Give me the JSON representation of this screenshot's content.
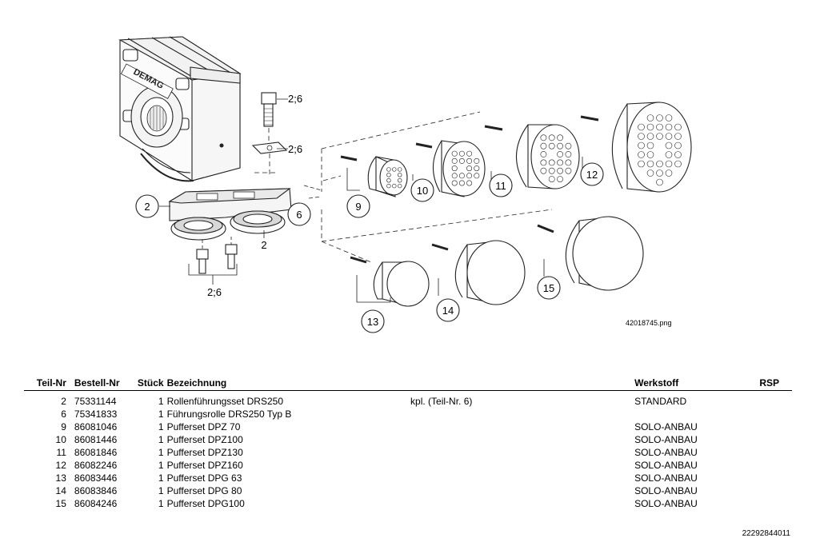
{
  "drawing": {
    "brand": "DEMAG",
    "image_name": "42018745.png",
    "callouts": {
      "c1": "2;6",
      "c2": "2;6",
      "c3": "2",
      "c4": "6",
      "c5": "2",
      "c6": "2;6",
      "c9": "9",
      "c10": "10",
      "c11": "11",
      "c12": "12",
      "c13": "13",
      "c14": "14",
      "c15": "15"
    }
  },
  "table": {
    "headers": {
      "teil": "Teil-Nr",
      "bestell": "Bestell-Nr",
      "stueck": "Stück",
      "bezeichnung": "Bezeichnung",
      "werkstoff": "Werkstoff",
      "rsp": "RSP"
    },
    "rows": [
      {
        "teil": "2",
        "bestell": "75331144",
        "stueck": "1",
        "bez": "Rollenführungsset  DRS250",
        "note": "kpl. (Teil-Nr. 6)",
        "werk": "STANDARD"
      },
      {
        "teil": "6",
        "bestell": "75341833",
        "stueck": "1",
        "bez": "Führungsrolle  DRS250 Typ B",
        "note": "",
        "werk": ""
      },
      {
        "teil": "9",
        "bestell": "86081046",
        "stueck": "1",
        "bez": "Pufferset  DPZ 70",
        "note": "",
        "werk": "SOLO-ANBAU"
      },
      {
        "teil": "10",
        "bestell": "86081446",
        "stueck": "1",
        "bez": "Pufferset  DPZ100",
        "note": "",
        "werk": "SOLO-ANBAU"
      },
      {
        "teil": "11",
        "bestell": "86081846",
        "stueck": "1",
        "bez": "Pufferset  DPZ130",
        "note": "",
        "werk": "SOLO-ANBAU"
      },
      {
        "teil": "12",
        "bestell": "86082246",
        "stueck": "1",
        "bez": "Pufferset  DPZ160",
        "note": "",
        "werk": "SOLO-ANBAU"
      },
      {
        "teil": "13",
        "bestell": "86083446",
        "stueck": "1",
        "bez": "Pufferset  DPG 63",
        "note": "",
        "werk": "SOLO-ANBAU"
      },
      {
        "teil": "14",
        "bestell": "86083846",
        "stueck": "1",
        "bez": "Pufferset  DPG 80",
        "note": "",
        "werk": "SOLO-ANBAU"
      },
      {
        "teil": "15",
        "bestell": "86084246",
        "stueck": "1",
        "bez": "Pufferset  DPG100",
        "note": "",
        "werk": "SOLO-ANBAU"
      }
    ]
  },
  "document_number": "22292844011"
}
